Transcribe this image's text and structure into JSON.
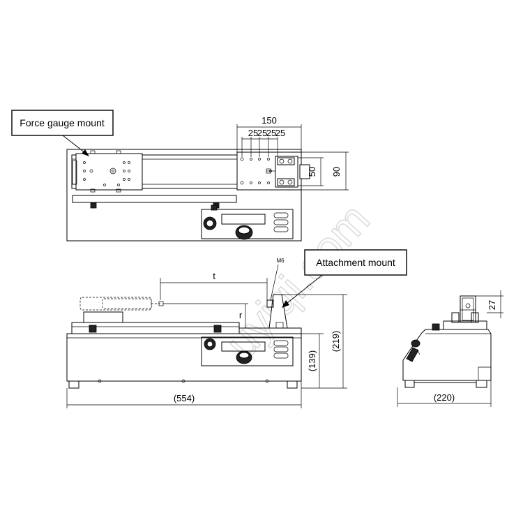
{
  "callouts": {
    "force_gauge_mount": "Force gauge mount",
    "attachment_mount": "Attachment mount"
  },
  "dimensions": {
    "top_width_total": "150",
    "top_pitch_1": "25",
    "top_pitch_2": "25",
    "top_pitch_3": "25",
    "top_pitch_4": "25",
    "top_height_inner": "50",
    "top_height_outer": "90",
    "stroke_t": "t",
    "offset_r": "r",
    "thread": "M6",
    "front_length": "(554)",
    "front_height_body": "(139)",
    "front_height_total": "(219)",
    "side_width": "(220)",
    "side_height_mount": "27"
  },
  "watermark": "uyiqi.com"
}
